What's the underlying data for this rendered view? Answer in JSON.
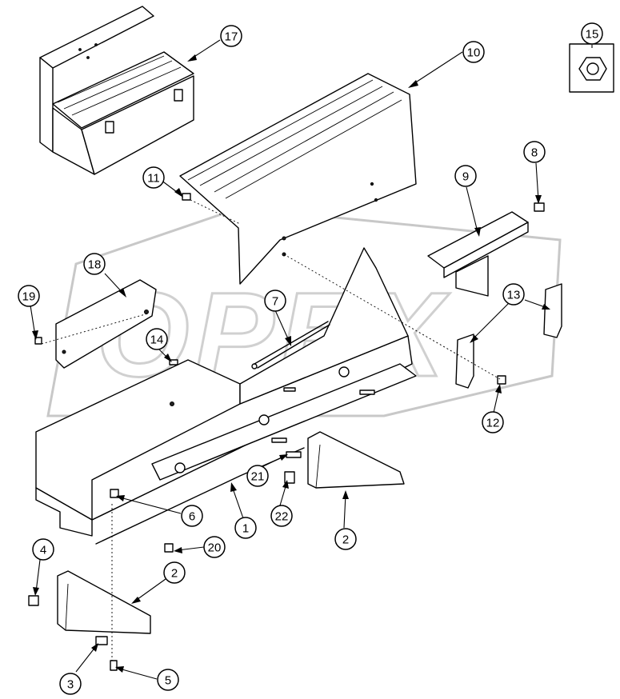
{
  "diagram": {
    "kind": "exploded parts view",
    "watermark_logo": "OPEX",
    "callouts": [
      {
        "id": "c1",
        "label": "1"
      },
      {
        "id": "c2a",
        "label": "2"
      },
      {
        "id": "c2b",
        "label": "2"
      },
      {
        "id": "c3",
        "label": "3"
      },
      {
        "id": "c4",
        "label": "4"
      },
      {
        "id": "c5",
        "label": "5"
      },
      {
        "id": "c6",
        "label": "6"
      },
      {
        "id": "c7",
        "label": "7"
      },
      {
        "id": "c8",
        "label": "8"
      },
      {
        "id": "c9",
        "label": "9"
      },
      {
        "id": "c10",
        "label": "10"
      },
      {
        "id": "c11",
        "label": "11"
      },
      {
        "id": "c12",
        "label": "12"
      },
      {
        "id": "c13",
        "label": "13"
      },
      {
        "id": "c14",
        "label": "14"
      },
      {
        "id": "c15",
        "label": "15"
      },
      {
        "id": "c17",
        "label": "17"
      },
      {
        "id": "c18",
        "label": "18"
      },
      {
        "id": "c19",
        "label": "19"
      },
      {
        "id": "c20",
        "label": "20"
      },
      {
        "id": "c21",
        "label": "21"
      },
      {
        "id": "c22",
        "label": "22"
      }
    ]
  }
}
